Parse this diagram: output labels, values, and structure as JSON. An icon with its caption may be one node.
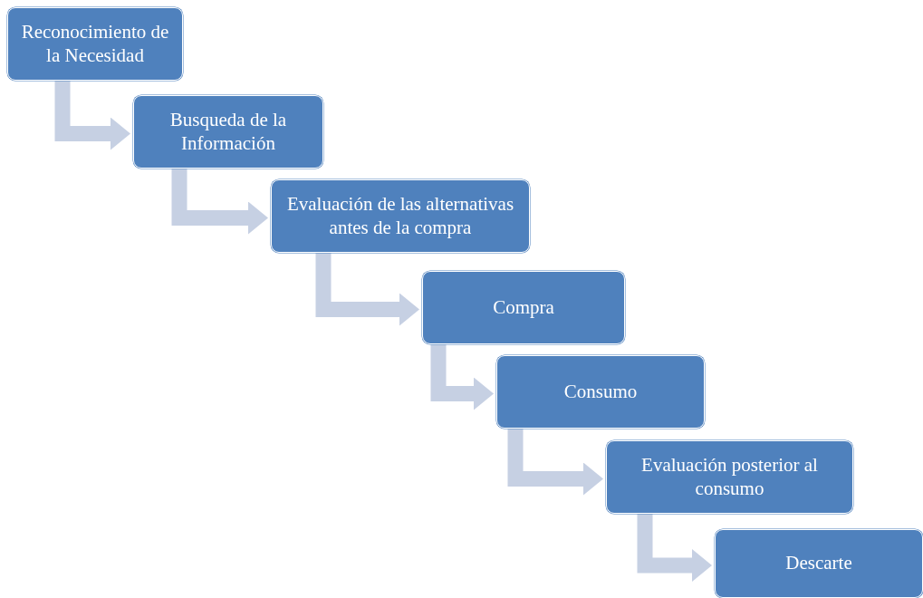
{
  "diagram": {
    "nodes": [
      {
        "text": [
          "Reconocimiento de la Necesidad"
        ]
      },
      {
        "text": [
          "Busqueda de la Información"
        ]
      },
      {
        "text": [
          "Evaluación de las alternativas antes de la compra"
        ]
      },
      {
        "text": [
          "Compra"
        ]
      },
      {
        "text": [
          "Consumo"
        ]
      },
      {
        "text": [
          "Evaluación posterior al consumo"
        ]
      },
      {
        "text": [
          "Descarte"
        ]
      }
    ],
    "edges": [
      {
        "from": 0,
        "to": 1,
        "arrow": "to"
      },
      {
        "from": 1,
        "to": 2,
        "arrow": "to"
      },
      {
        "from": 2,
        "to": 3,
        "arrow": "to"
      },
      {
        "from": 3,
        "to": 4,
        "arrow": "to"
      },
      {
        "from": 4,
        "to": 5,
        "arrow": "to"
      },
      {
        "from": 5,
        "to": 6,
        "arrow": "to"
      }
    ]
  }
}
